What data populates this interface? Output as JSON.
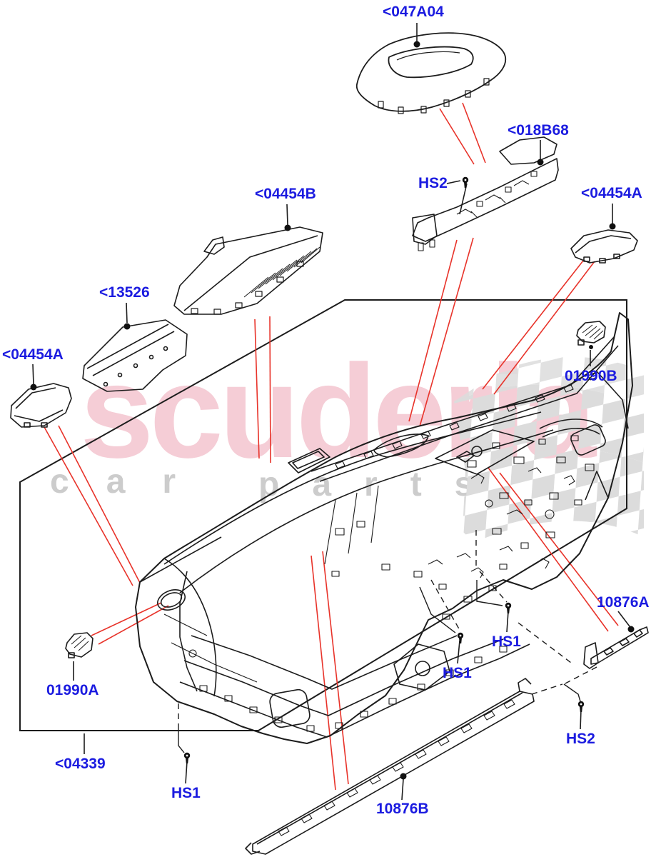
{
  "diagram_title": "Instrument panel exploded parts diagram",
  "colors": {
    "label_blue": "#1b1be0",
    "leader_red": "#e8332a",
    "line_black": "#1c1c1c",
    "watermark_pink": "#f5cdd6",
    "watermark_gray": "#cccccc",
    "flag_gray": "#dcdcdc",
    "background": "#ffffff"
  },
  "watermark": {
    "brand": "scuderia",
    "sub_left": "car",
    "sub_right": "parts"
  },
  "labels": [
    {
      "id": "047A04",
      "text": "<047A04"
    },
    {
      "id": "018B68",
      "text": "<018B68"
    },
    {
      "id": "04454B",
      "text": "<04454B"
    },
    {
      "id": "04454A-right",
      "text": "<04454A"
    },
    {
      "id": "13526",
      "text": "<13526"
    },
    {
      "id": "04454A-left",
      "text": "<04454A"
    },
    {
      "id": "01990B",
      "text": "01990B"
    },
    {
      "id": "HS2-top",
      "text": "HS2"
    },
    {
      "id": "10876A",
      "text": "10876A"
    },
    {
      "id": "HS1-right",
      "text": "HS1"
    },
    {
      "id": "HS1-center",
      "text": "HS1"
    },
    {
      "id": "HS2-bottom",
      "text": "HS2"
    },
    {
      "id": "01990A",
      "text": "01990A"
    },
    {
      "id": "04339",
      "text": "<04339"
    },
    {
      "id": "HS1-bottom",
      "text": "HS1"
    },
    {
      "id": "10876B",
      "text": "10876B"
    }
  ]
}
